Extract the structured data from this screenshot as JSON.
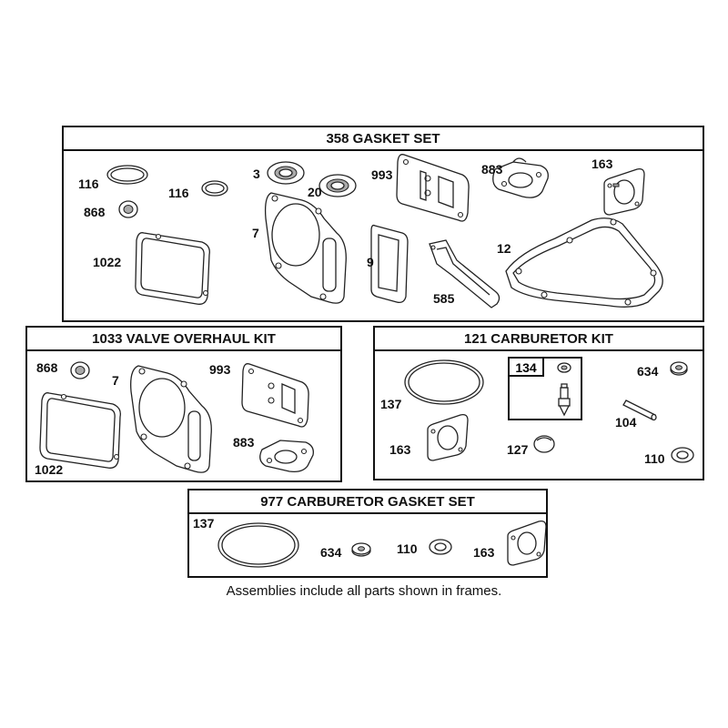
{
  "frames": {
    "gasket_set": {
      "title": "358 GASKET SET",
      "labels": [
        "116",
        "868",
        "1022",
        "116",
        "3",
        "7",
        "20",
        "993",
        "9",
        "585",
        "883",
        "163",
        "12"
      ]
    },
    "valve_kit": {
      "title": "1033 VALVE OVERHAUL KIT",
      "labels": [
        "868",
        "7",
        "993",
        "1022",
        "883"
      ]
    },
    "carb_kit": {
      "title": "121 CARBURETOR KIT",
      "sub_title": "134",
      "labels": [
        "137",
        "634",
        "104",
        "163",
        "127",
        "110"
      ]
    },
    "carb_gasket_set": {
      "title": "977 CARBURETOR  GASKET SET",
      "labels": [
        "137",
        "634",
        "110",
        "163"
      ]
    }
  },
  "footnote": "Assemblies include all parts shown in frames."
}
